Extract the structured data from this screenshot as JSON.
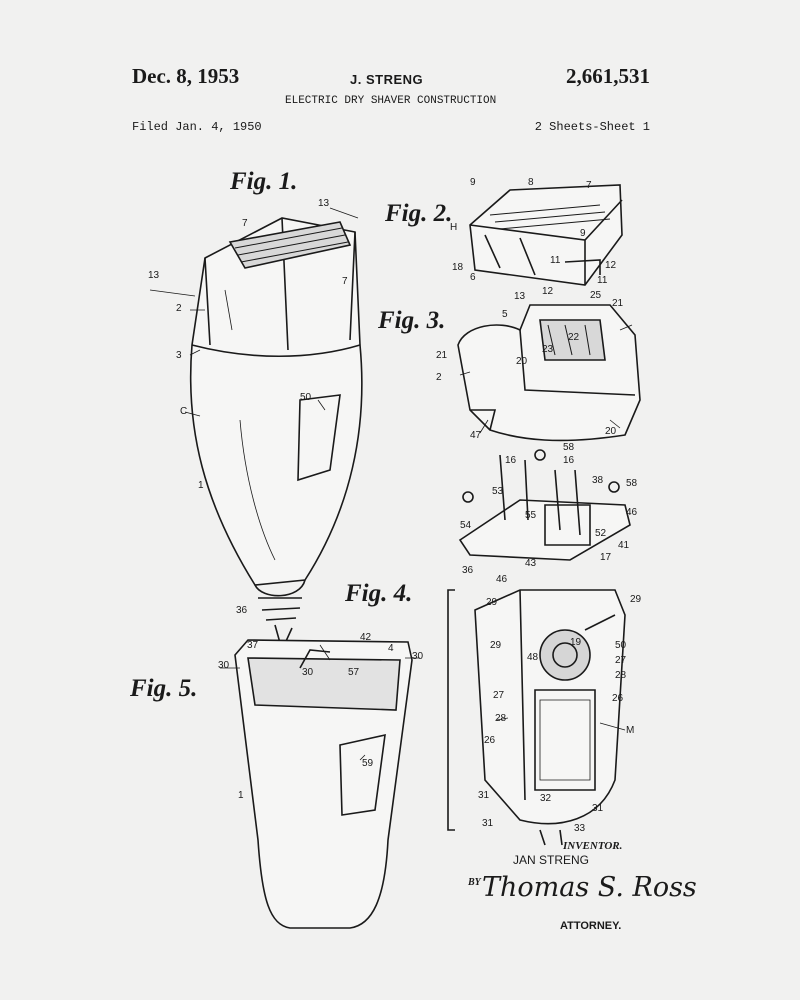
{
  "header": {
    "date": "Dec. 8, 1953",
    "inventor": "J. STRENG",
    "patent_number": "2,661,531",
    "title": "ELECTRIC DRY SHAVER CONSTRUCTION",
    "filed": "Filed Jan. 4, 1950",
    "sheets": "2 Sheets-Sheet 1"
  },
  "figures": {
    "fig1": "Fig. 1.",
    "fig2": "Fig. 2.",
    "fig3": "Fig. 3.",
    "fig4": "Fig. 4.",
    "fig5": "Fig. 5."
  },
  "refs": [
    "7",
    "13",
    "13",
    "2",
    "3",
    "7",
    "C",
    "50",
    "1",
    "36",
    "37",
    "30",
    "42",
    "4",
    "30",
    "30",
    "57",
    "59",
    "1",
    "9",
    "8",
    "7",
    "9",
    "H",
    "18",
    "6",
    "13",
    "11",
    "12",
    "11",
    "12",
    "5",
    "21",
    "25",
    "2",
    "21",
    "20",
    "22",
    "20",
    "23",
    "47",
    "58",
    "16",
    "16",
    "38",
    "58",
    "53",
    "55",
    "46",
    "54",
    "41",
    "52",
    "36",
    "43",
    "17",
    "46",
    "29",
    "29",
    "29",
    "48",
    "19",
    "50",
    "27",
    "28",
    "27",
    "28",
    "26",
    "M",
    "26",
    "31",
    "32",
    "31",
    "33",
    "31"
  ],
  "footer": {
    "inventor_label": "INVENTOR.",
    "inventor_name": "JAN STRENG",
    "by": "BY",
    "attorney_signature": "Thomas S. Ross",
    "attorney_label": "ATTORNEY."
  }
}
